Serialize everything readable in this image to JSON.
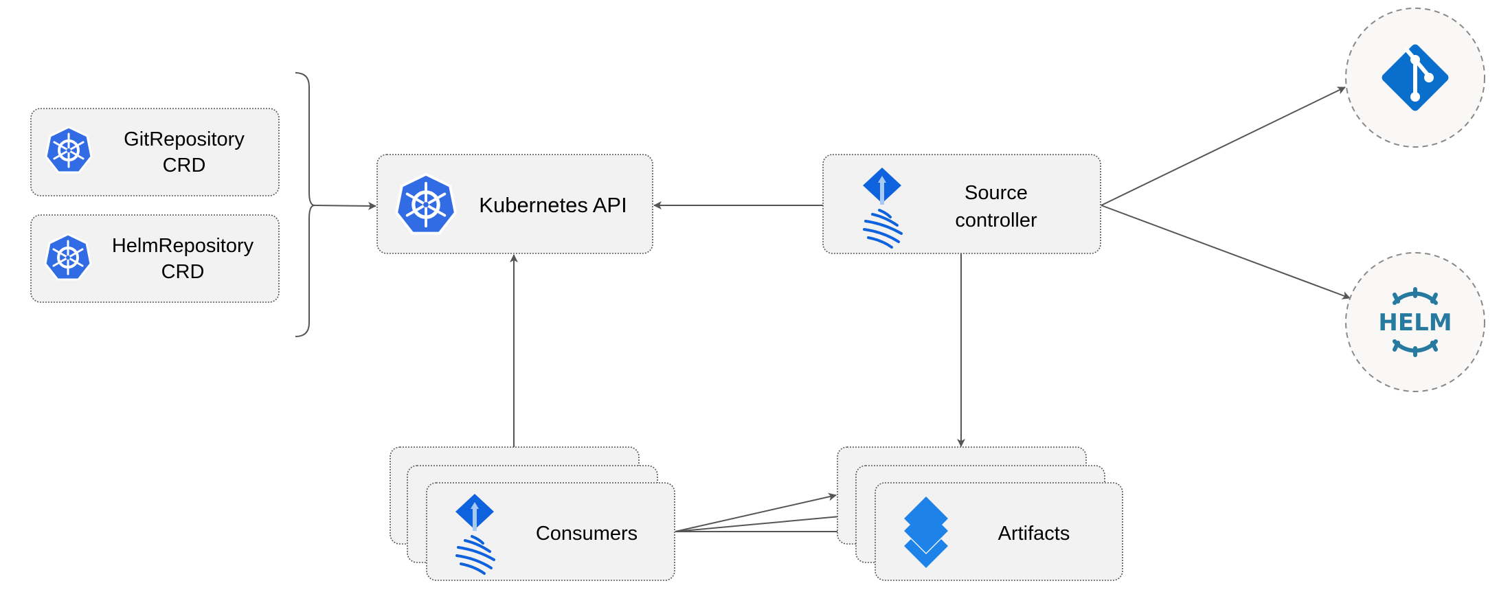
{
  "nodes": {
    "git_repository": {
      "line1": "GitRepository",
      "line2": "CRD",
      "icon": "kubernetes-icon"
    },
    "helm_repository": {
      "line1": "HelmRepository",
      "line2": "CRD",
      "icon": "kubernetes-icon"
    },
    "kubernetes_api": {
      "label": "Kubernetes API",
      "icon": "kubernetes-icon"
    },
    "source_controller": {
      "line1": "Source",
      "line2": "controller",
      "icon": "flux-icon"
    },
    "consumers": {
      "label": "Consumers",
      "icon": "flux-icon"
    },
    "artifacts": {
      "label": "Artifacts",
      "icon": "layers-icon"
    },
    "git": {
      "icon": "git-icon"
    },
    "helm": {
      "icon": "helm-icon",
      "logo_text": "HELM"
    }
  },
  "colors": {
    "kubernetes": "#326ce5",
    "flux": "#0f62de",
    "git": "#0a6fcc",
    "helm": "#277a9f",
    "layers": "#1e83e8",
    "node_fill": "#f2f2f2",
    "edge": "#555555"
  }
}
